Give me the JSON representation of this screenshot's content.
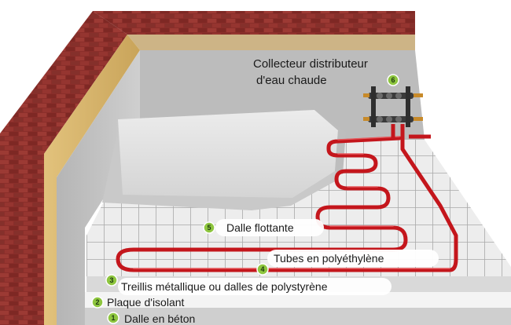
{
  "collector": {
    "line1": "Collecteur distributeur",
    "line2": "d'eau chaude",
    "number": "6"
  },
  "layers": [
    {
      "number": "5",
      "label": "Dalle flottante"
    },
    {
      "number": "4",
      "label": "Tubes en polyéthylène"
    },
    {
      "number": "3",
      "label": "Treillis métallique ou dalles de polystyrène"
    },
    {
      "number": "2",
      "label": "Plaque d'isolant"
    },
    {
      "number": "1",
      "label": "Dalle en béton"
    }
  ],
  "colors": {
    "brick": "#8a2e2a",
    "insulation": "#d6b36a",
    "wall": "#bdbdbd",
    "pipe": "#c4161c",
    "badge": "#8ec63f"
  }
}
